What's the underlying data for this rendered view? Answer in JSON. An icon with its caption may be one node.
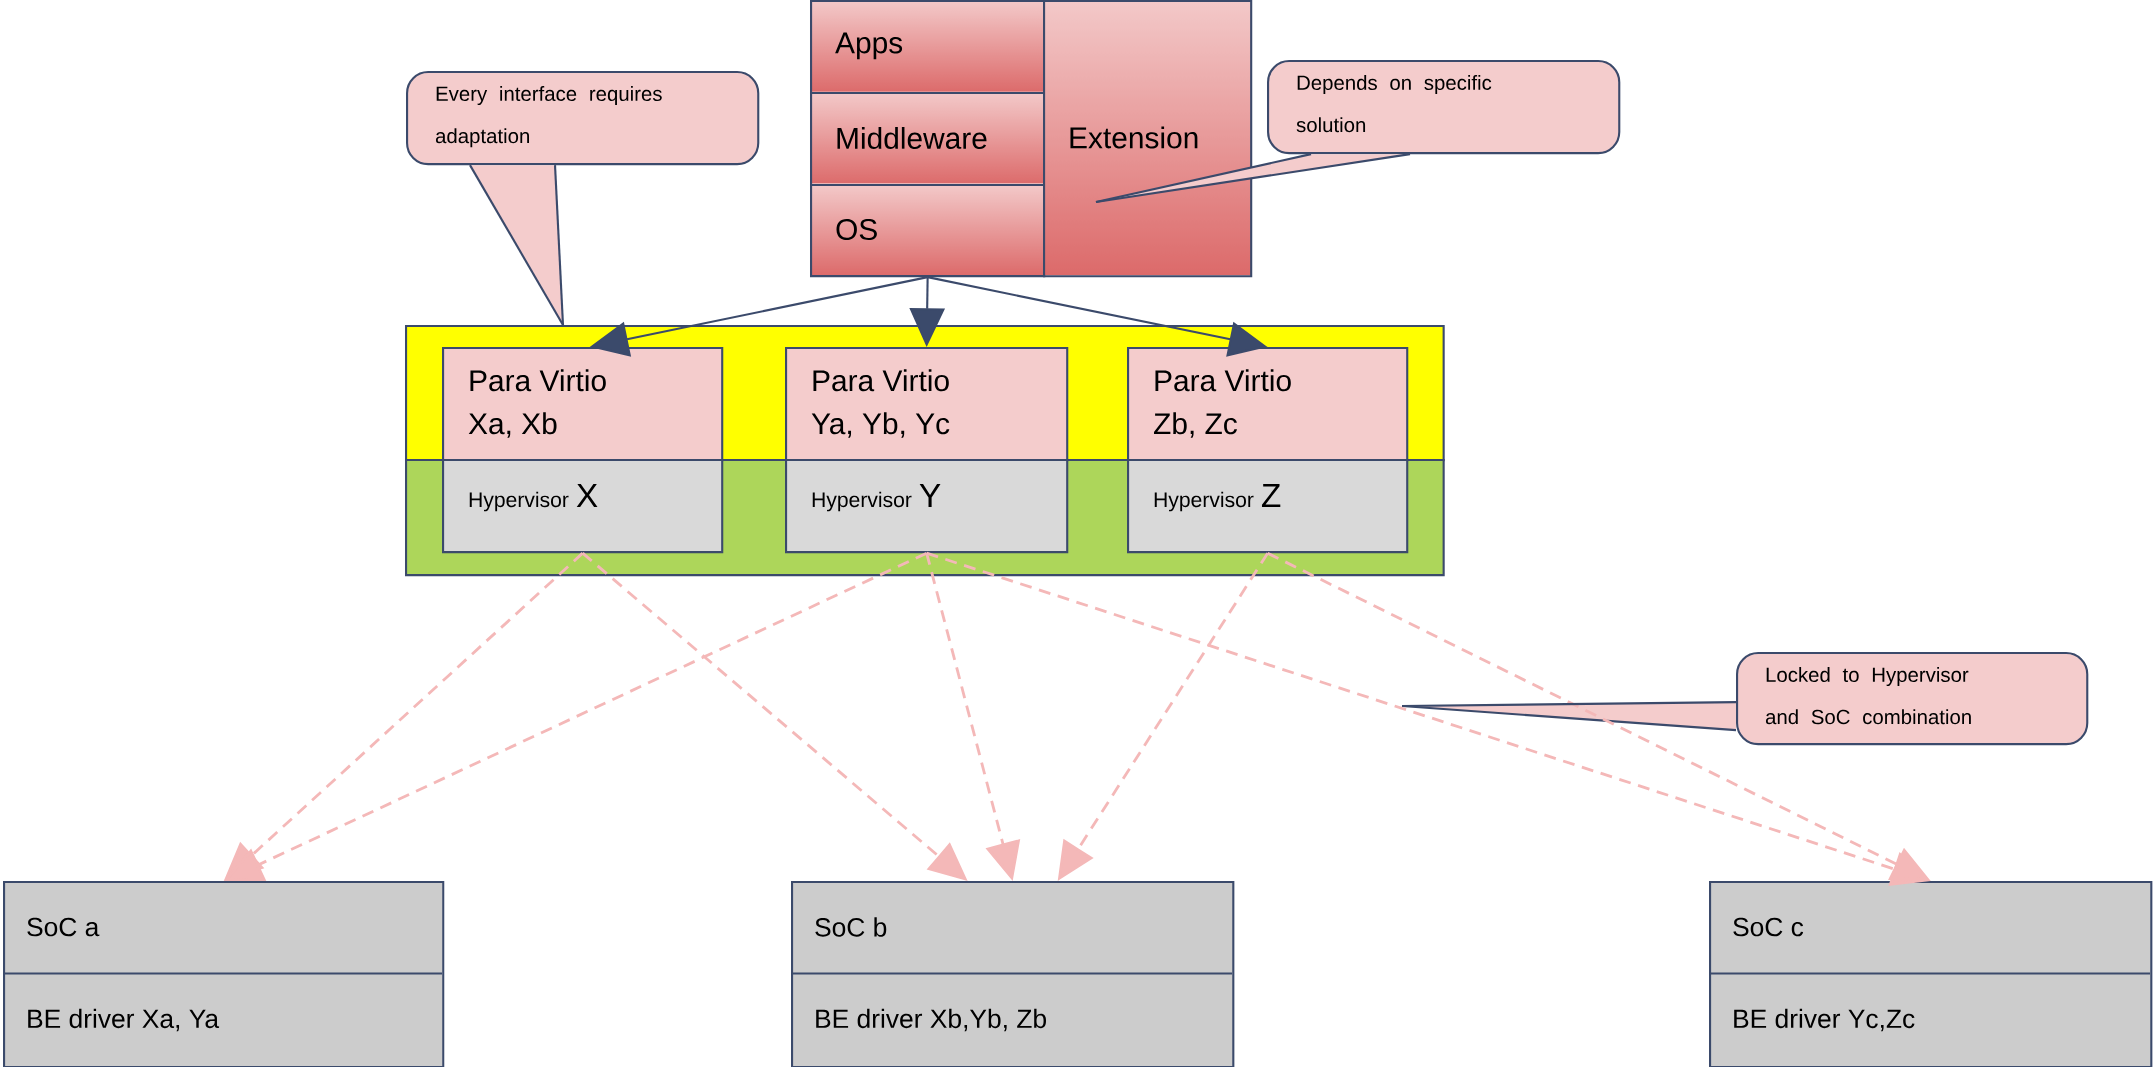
{
  "diagram": {
    "nodes": [
      {
        "text": [
          "Apps"
        ]
      },
      {
        "text": [
          "Middleware"
        ]
      },
      {
        "text": [
          "OS"
        ]
      },
      {
        "text": [
          "Extension"
        ]
      },
      {
        "text": [],
        "shape": "box"
      },
      {
        "text": [],
        "shape": "box"
      },
      {
        "text": [
          "Para Virtio",
          "Xa, Xb"
        ],
        "in": 4
      },
      {
        "text": [
          "Para Virtio",
          "Ya, Yb, Yc"
        ],
        "in": 4
      },
      {
        "text": [
          "Para Virtio",
          "Zb, Zc"
        ],
        "in": 4
      },
      {
        "text": [
          "Hypervisor",
          "X"
        ],
        "in": 5
      },
      {
        "text": [
          "Hypervisor",
          "Y"
        ],
        "in": 5
      },
      {
        "text": [
          "Hypervisor",
          "Z"
        ],
        "in": 5
      },
      {
        "text": [
          "SoC a",
          "BE driver Xa, Ya"
        ]
      },
      {
        "text": [
          "SoC b",
          "BE driver Xb,Yb, Zb"
        ]
      },
      {
        "text": [
          "SoC c",
          "BE driver Yc,Zc"
        ]
      },
      {
        "text": [
          "Every interface requires adaptation"
        ]
      },
      {
        "text": [
          "Depends on specific solution"
        ]
      },
      {
        "text": [
          "Locked to Hypervisor and SoC combination"
        ]
      }
    ],
    "edges": [
      {
        "from": 2,
        "to": 6,
        "arrow": "to",
        "color": "#3b4a6b"
      },
      {
        "from": 2,
        "to": 7,
        "arrow": "to",
        "color": "#3b4a6b"
      },
      {
        "from": 2,
        "to": 8,
        "arrow": "to",
        "color": "#3b4a6b"
      },
      {
        "from": 9,
        "to": 12,
        "arrow": "to",
        "style": "dashed",
        "color": "#f4b8b8"
      },
      {
        "from": 9,
        "to": 13,
        "arrow": "to",
        "style": "dashed",
        "color": "#f4b8b8"
      },
      {
        "from": 10,
        "to": 12,
        "arrow": "to",
        "style": "dashed",
        "color": "#f4b8b8"
      },
      {
        "from": 10,
        "to": 13,
        "arrow": "to",
        "style": "dashed",
        "color": "#f4b8b8"
      },
      {
        "from": 10,
        "to": 14,
        "arrow": "to",
        "style": "dashed",
        "color": "#f4b8b8"
      },
      {
        "from": 11,
        "to": 13,
        "arrow": "to",
        "style": "dashed",
        "color": "#f4b8b8"
      },
      {
        "from": 11,
        "to": 14,
        "arrow": "to",
        "style": "dashed",
        "color": "#f4b8b8"
      },
      {
        "from": 15,
        "to": 4,
        "arrow": "none",
        "color": "#3b4a6b"
      },
      {
        "from": 16,
        "to": 3,
        "arrow": "none",
        "color": "#3b4a6b"
      },
      {
        "from": 17,
        "to": null,
        "arrow": "none",
        "color": "#3b4a6b"
      }
    ]
  }
}
